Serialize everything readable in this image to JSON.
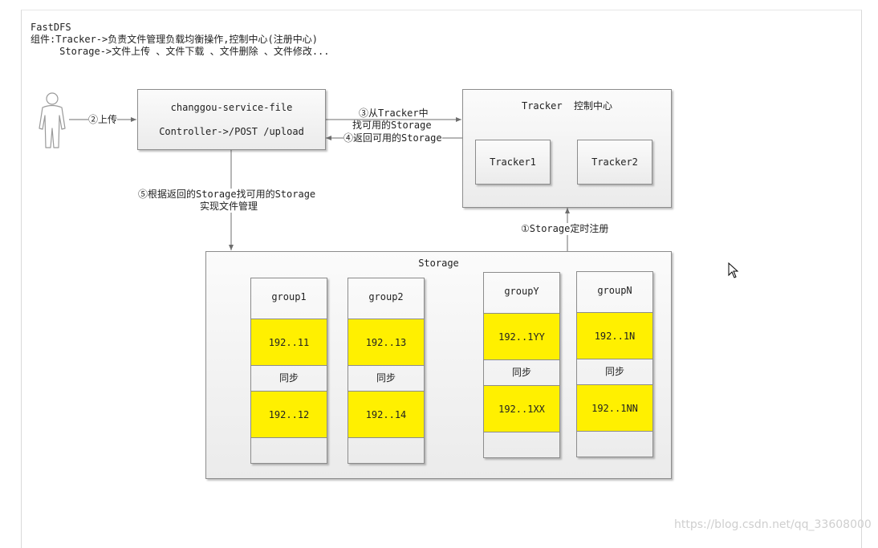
{
  "header": {
    "title": "FastDFS",
    "components_line": "组件:Tracker->负责文件管理负载均衡操作,控制中心(注册中心)",
    "storage_line": "     Storage->文件上传 、文件下载 、文件删除 、文件修改..."
  },
  "edges": {
    "upload": "②上传",
    "find_tracker_1": "③从Tracker中",
    "find_tracker_2": "找可用的Storage",
    "return_storage": "④返回可用的Storage",
    "manage_1": "⑤根据返回的Storage找可用的Storage",
    "manage_2": "实现文件管理",
    "register": "①Storage定时注册"
  },
  "service": {
    "name": "changgou-service-file",
    "endpoint": "Controller->/POST /upload"
  },
  "tracker": {
    "title": "Tracker  控制中心",
    "nodes": [
      "Tracker1",
      "Tracker2"
    ]
  },
  "storage": {
    "title": "Storage",
    "sync_label": "同步",
    "groups": [
      {
        "name": "group1",
        "top_ip": "192..11",
        "bottom_ip": "192..12"
      },
      {
        "name": "group2",
        "top_ip": "192..13",
        "bottom_ip": "192..14"
      },
      {
        "name": "groupY",
        "top_ip": "192..1YY",
        "bottom_ip": "192..1XX"
      },
      {
        "name": "groupN",
        "top_ip": "192..1N",
        "bottom_ip": "192..1NN"
      }
    ]
  },
  "watermark": "https://blog.csdn.net/qq_33608000",
  "colors": {
    "ip_fill": "#fff000",
    "box_border": "#8c8c8c",
    "arrow": "#6e6e6e"
  }
}
